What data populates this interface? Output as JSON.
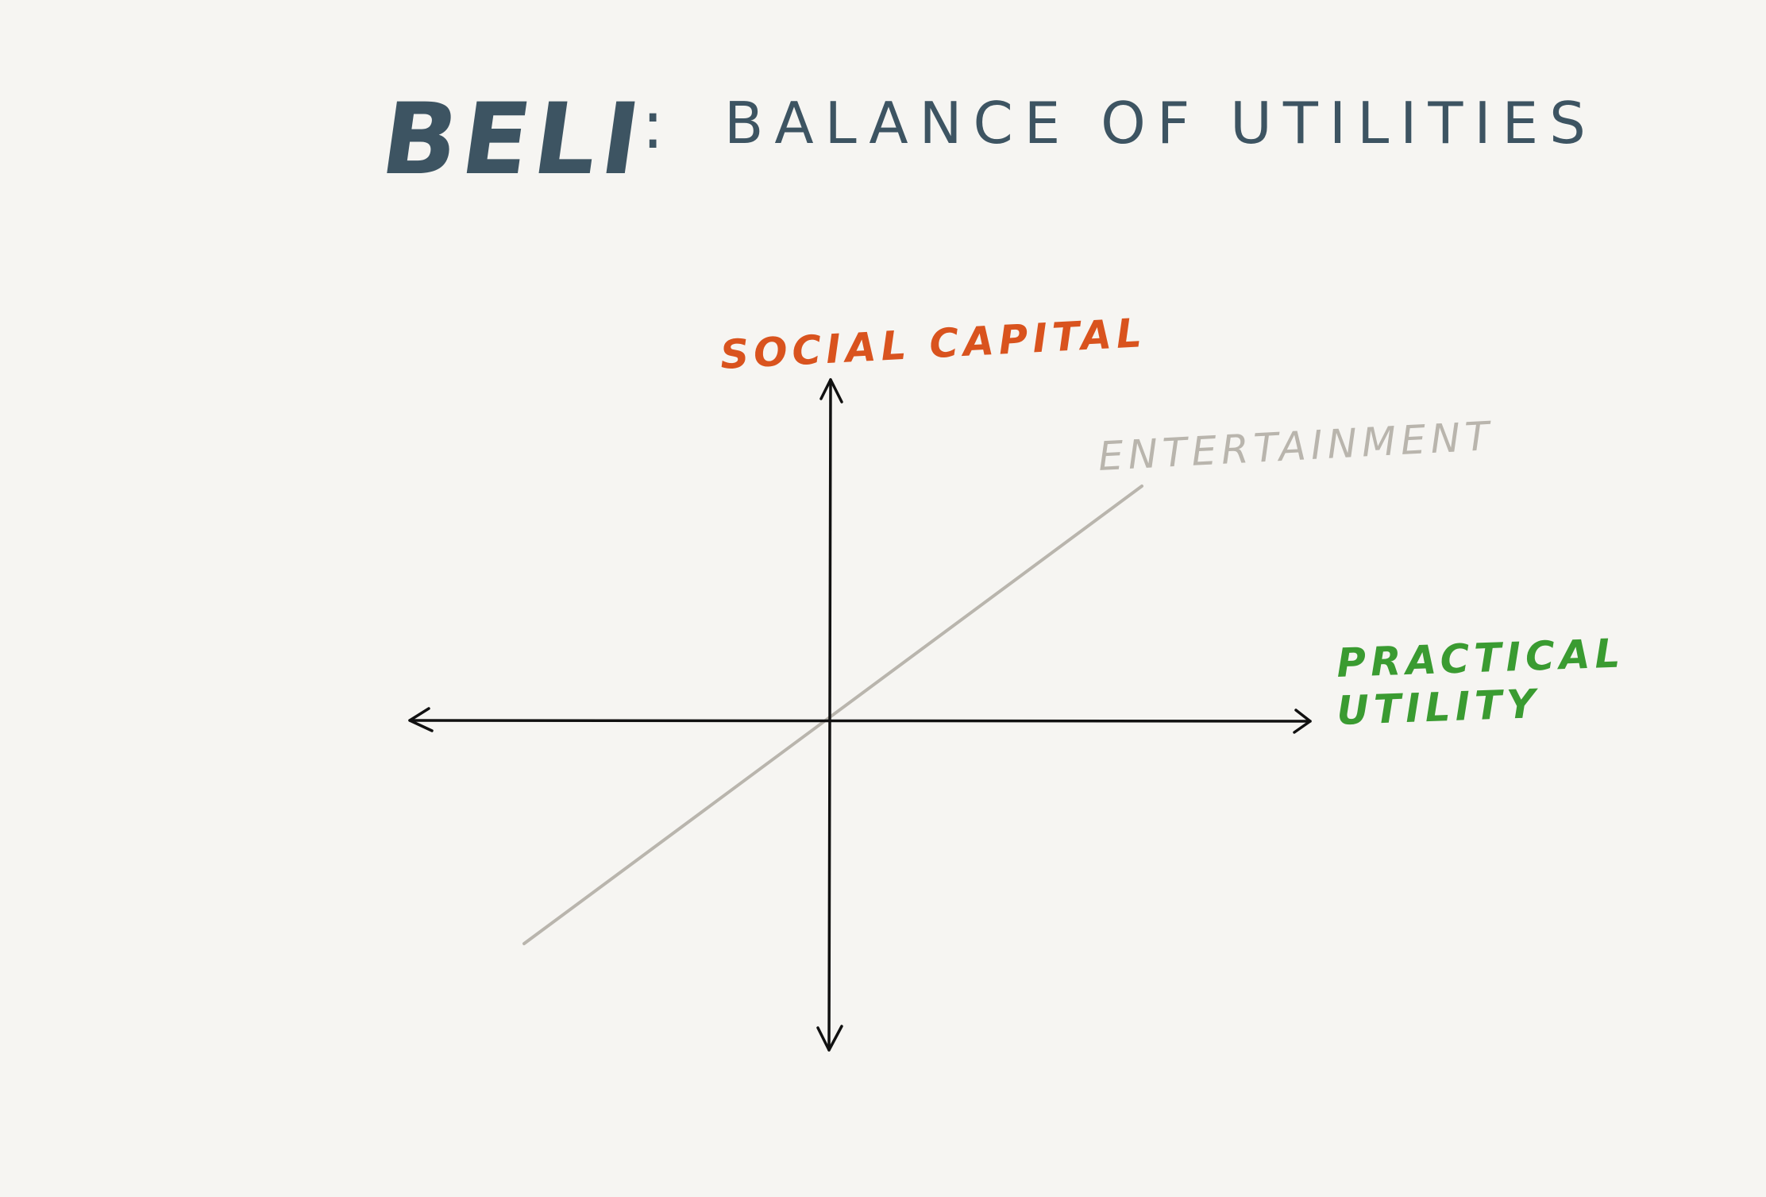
{
  "title": {
    "main": "BELI",
    "separator": ":",
    "subtitle": "BALANCE OF UTILITIES"
  },
  "axes": {
    "vertical_label": "SOCIAL CAPITAL",
    "horizontal_label_line1": "PRACTICAL",
    "horizontal_label_line2": "UTILITY",
    "diagonal_label": "ENTERTAINMENT"
  },
  "colors": {
    "background": "#f6f5f2",
    "title": "#3d5462",
    "social_capital": "#d9531e",
    "practical_utility": "#3a9b31",
    "entertainment": "#b9b5ad",
    "axis": "#111111"
  }
}
